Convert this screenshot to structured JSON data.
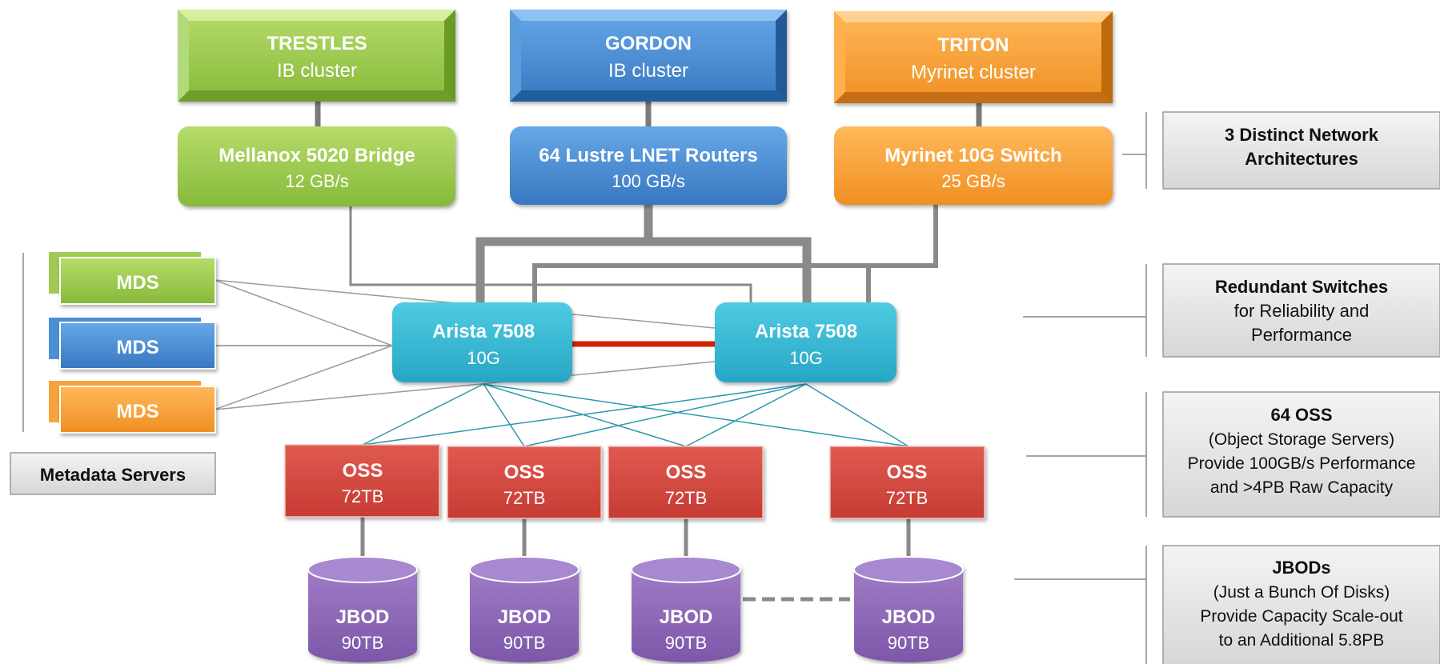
{
  "clusters": [
    {
      "name": "TRESTLES",
      "type": "IB cluster"
    },
    {
      "name": "GORDON",
      "type": "IB cluster"
    },
    {
      "name": "TRITON",
      "type": "Myrinet cluster"
    }
  ],
  "bridges": [
    {
      "name": "Mellanox 5020 Bridge",
      "rate": "12 GB/s"
    },
    {
      "name": "64 Lustre LNET Routers",
      "rate": "100 GB/s"
    },
    {
      "name": "Myrinet 10G Switch",
      "rate": "25 GB/s"
    }
  ],
  "switches": [
    {
      "name": "Arista 7508",
      "speed": "10G"
    },
    {
      "name": "Arista 7508",
      "speed": "10G"
    }
  ],
  "mds": [
    "MDS",
    "MDS",
    "MDS"
  ],
  "metadata_label": "Metadata Servers",
  "oss": [
    {
      "name": "OSS",
      "size": "72TB"
    },
    {
      "name": "OSS",
      "size": "72TB"
    },
    {
      "name": "OSS",
      "size": "72TB"
    },
    {
      "name": "OSS",
      "size": "72TB"
    }
  ],
  "jbods": [
    {
      "name": "JBOD",
      "size": "90TB"
    },
    {
      "name": "JBOD",
      "size": "90TB"
    },
    {
      "name": "JBOD",
      "size": "90TB"
    },
    {
      "name": "JBOD",
      "size": "90TB"
    }
  ],
  "callouts": {
    "network": {
      "line1": "3 Distinct Network",
      "line2": "Architectures"
    },
    "switches": {
      "line1": "Redundant Switches",
      "line2": "for Reliability and",
      "line3": "Performance"
    },
    "oss": {
      "line1": "64 OSS",
      "line2": "(Object Storage Servers)",
      "line3": "Provide 100GB/s Performance",
      "line4": "and >4PB Raw Capacity"
    },
    "jbods": {
      "line1": "JBODs",
      "line2": "(Just a Bunch Of Disks)",
      "line3": "Provide Capacity Scale-out",
      "line4": "to an Additional 5.8PB"
    }
  },
  "colors": {
    "green": "#8cbf3f",
    "blue": "#3f80c8",
    "orange": "#f39c2f",
    "cyan": "#33b5d0",
    "red": "#d9473f",
    "purple": "#8d66b5",
    "link_red": "#cc2200",
    "connector_gray": "#8a8a8a"
  }
}
